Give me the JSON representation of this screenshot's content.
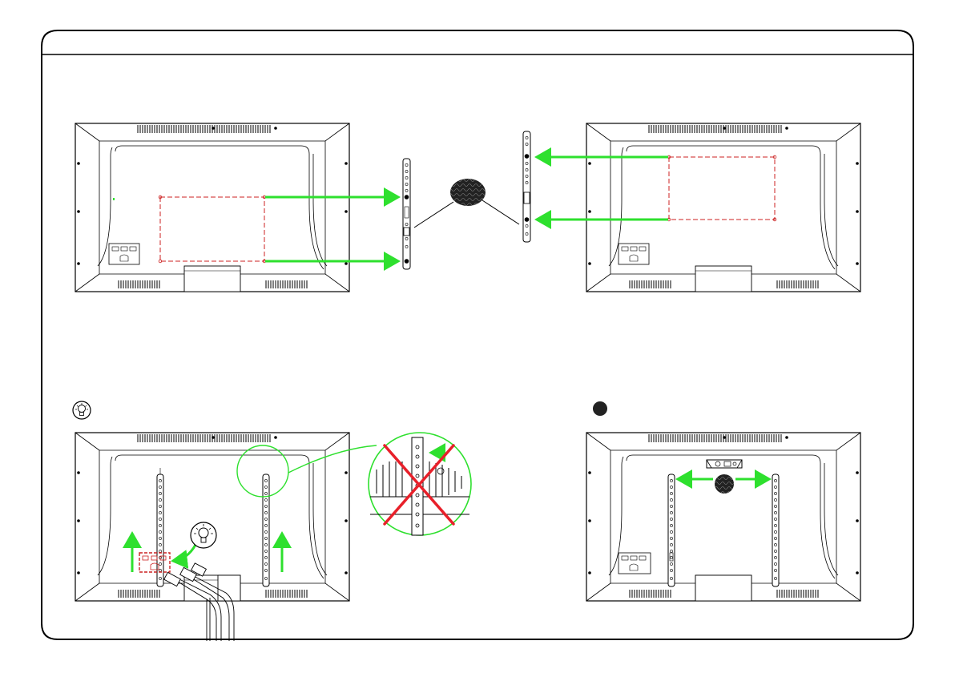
{
  "page": {
    "background": "#ffffff",
    "frame_color": "#000000"
  },
  "colors": {
    "arrow_green": "#2ee02e",
    "mounting_area_red": "#cc2222",
    "cross_red": "#e8202a",
    "magnifier_circle_green": "#2ee02e",
    "callout_fill": "#222222"
  },
  "panels": [
    {
      "id": "step-top-left",
      "content": "tv-back-with-mounting-area-and-bracket-right"
    },
    {
      "id": "step-top-right",
      "content": "tv-back-with-mounting-area-and-bracket-left"
    },
    {
      "id": "step-bottom-left",
      "content": "tv-back-with-vertical-rails-and-cables",
      "icon": "lightbulb-tip-icon"
    },
    {
      "id": "step-bottom-right",
      "content": "tv-back-with-rails-and-level",
      "icon": "black-circle-callout-icon"
    }
  ],
  "icons": [
    "lightbulb-tip-icon",
    "black-circle-callout-icon",
    "spirit-level-icon",
    "cross-mark-icon",
    "magnifier-circle-icon",
    "cable-plug-icon"
  ]
}
